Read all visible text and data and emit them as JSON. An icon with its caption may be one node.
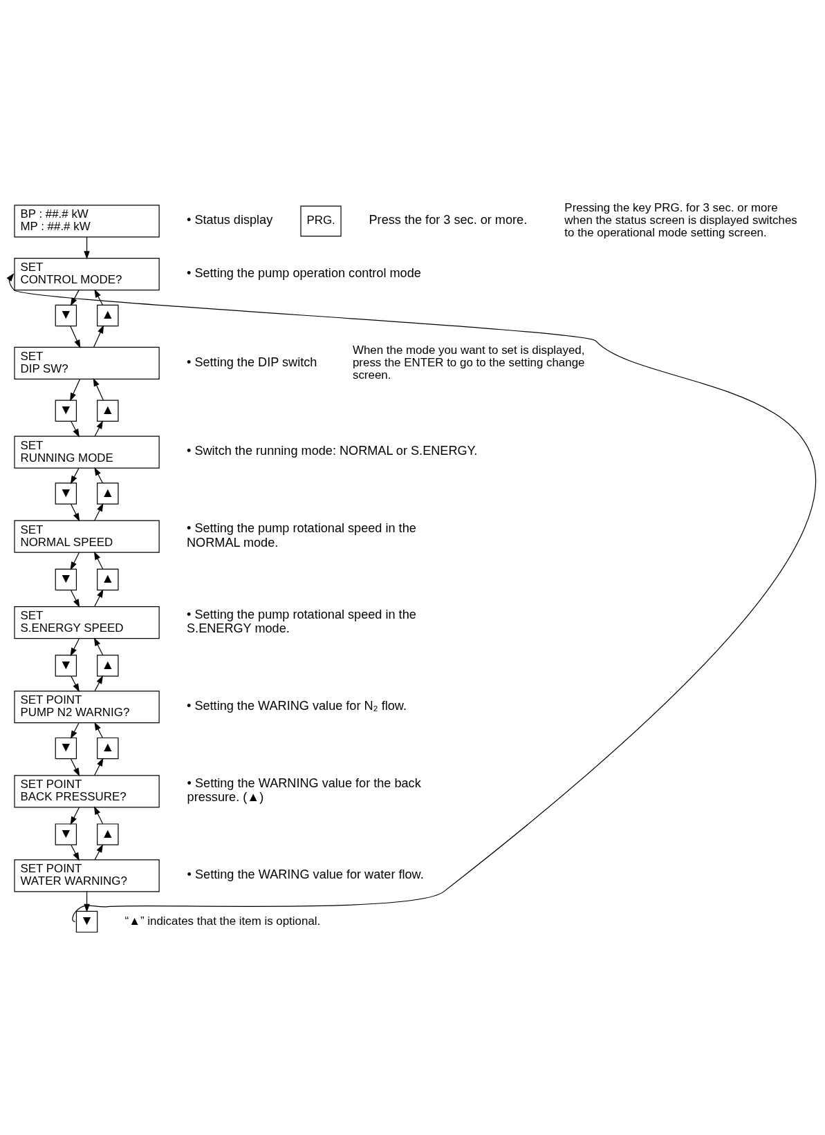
{
  "diagram": {
    "nodes": [
      {
        "text": [
          "BP : ##.# kW",
          "MP : ##.# kW"
        ],
        "beside": [
          "• Status display"
        ]
      },
      {
        "text": [
          "PRG."
        ],
        "beside": [
          "Press the for 3 sec. or more."
        ]
      },
      {
        "text": [
          "SET",
          "CONTROL MODE?"
        ],
        "beside": [
          "• Setting the pump operation control mode"
        ]
      },
      {
        "text": [
          "▼"
        ]
      },
      {
        "text": [
          "▲"
        ]
      },
      {
        "text": [
          "SET",
          "DIP SW?"
        ],
        "beside": [
          "• Setting the DIP switch"
        ]
      },
      {
        "text": [
          "▼"
        ]
      },
      {
        "text": [
          "▲"
        ]
      },
      {
        "text": [
          "SET",
          "RUNNING MODE"
        ],
        "beside": [
          "• Switch the running mode: NORMAL or S.ENERGY."
        ]
      },
      {
        "text": [
          "▼"
        ]
      },
      {
        "text": [
          "▲"
        ]
      },
      {
        "text": [
          "SET",
          "NORMAL SPEED"
        ],
        "beside": [
          "• Setting the pump rotational speed in the NORMAL mode."
        ]
      },
      {
        "text": [
          "▼"
        ]
      },
      {
        "text": [
          "▲"
        ]
      },
      {
        "text": [
          "SET",
          "S.ENERGY SPEED"
        ],
        "beside": [
          "• Setting the pump rotational speed in the S.ENERGY mode."
        ]
      },
      {
        "text": [
          "▼"
        ]
      },
      {
        "text": [
          "▲"
        ]
      },
      {
        "text": [
          "SET POINT",
          "PUMP N2 WARNIG?"
        ],
        "beside": [
          "• Setting the WARING value for N₂ flow."
        ]
      },
      {
        "text": [
          "▼"
        ]
      },
      {
        "text": [
          "▲"
        ]
      },
      {
        "text": [
          "SET POINT",
          "BACK PRESSURE?"
        ],
        "beside": [
          "• Setting the WARNING value for the back pressure. (▲)"
        ]
      },
      {
        "text": [
          "▼"
        ]
      },
      {
        "text": [
          "▲"
        ]
      },
      {
        "text": [
          "SET POINT",
          "WATER WARNING?"
        ],
        "beside": [
          "• Setting the WARING value for water flow."
        ]
      },
      {
        "text": [
          "▼"
        ]
      }
    ],
    "edges": [
      {
        "from": 0,
        "to": 2,
        "arrow": "to"
      },
      {
        "from": 2,
        "to": 3,
        "arrow": "to"
      },
      {
        "from": 3,
        "to": 5,
        "arrow": "to"
      },
      {
        "from": 5,
        "to": 4,
        "arrow": "to"
      },
      {
        "from": 4,
        "to": 2,
        "arrow": "to"
      },
      {
        "from": 5,
        "to": 6,
        "arrow": "to"
      },
      {
        "from": 6,
        "to": 8,
        "arrow": "to"
      },
      {
        "from": 8,
        "to": 7,
        "arrow": "to"
      },
      {
        "from": 7,
        "to": 5,
        "arrow": "to"
      },
      {
        "from": 8,
        "to": 9,
        "arrow": "to"
      },
      {
        "from": 9,
        "to": 11,
        "arrow": "to"
      },
      {
        "from": 11,
        "to": 10,
        "arrow": "to"
      },
      {
        "from": 10,
        "to": 8,
        "arrow": "to"
      },
      {
        "from": 11,
        "to": 12,
        "arrow": "to"
      },
      {
        "from": 12,
        "to": 14,
        "arrow": "to"
      },
      {
        "from": 14,
        "to": 13,
        "arrow": "to"
      },
      {
        "from": 13,
        "to": 11,
        "arrow": "to"
      },
      {
        "from": 14,
        "to": 15,
        "arrow": "to"
      },
      {
        "from": 15,
        "to": 17,
        "arrow": "to"
      },
      {
        "from": 17,
        "to": 16,
        "arrow": "to"
      },
      {
        "from": 16,
        "to": 14,
        "arrow": "to"
      },
      {
        "from": 17,
        "to": 18,
        "arrow": "to"
      },
      {
        "from": 18,
        "to": 20,
        "arrow": "to"
      },
      {
        "from": 20,
        "to": 19,
        "arrow": "to"
      },
      {
        "from": 19,
        "to": 17,
        "arrow": "to"
      },
      {
        "from": 20,
        "to": 21,
        "arrow": "to"
      },
      {
        "from": 21,
        "to": 23,
        "arrow": "to"
      },
      {
        "from": 23,
        "to": 22,
        "arrow": "to"
      },
      {
        "from": 22,
        "to": 20,
        "arrow": "to"
      },
      {
        "from": 23,
        "to": 24,
        "arrow": "to"
      },
      {
        "from": 24,
        "to": 2,
        "arrow": "to"
      }
    ],
    "labels": [
      "Pressing the key PRG. for 3 sec. or more when the status screen is displayed switches to the operational mode setting screen.",
      "When the mode you want to set is displayed, press the ENTER to go to the setting change screen.",
      "“▲” indicates that the item is optional."
    ]
  }
}
